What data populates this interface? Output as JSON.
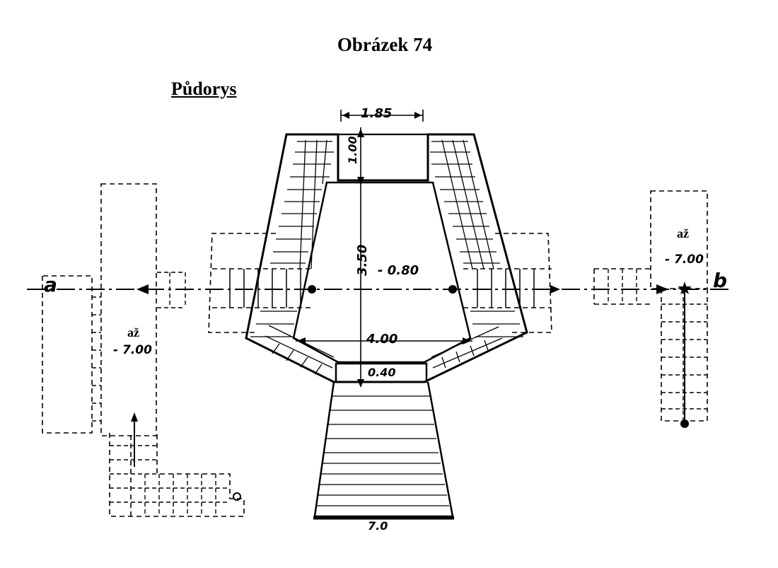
{
  "figure": {
    "title": "Obrázek 74",
    "subtitle": "Půdorys"
  },
  "dimensions": {
    "top_width": "1.85",
    "top_depth": "1.00",
    "height": "3.50",
    "level": "- 0.80",
    "bottom_width": "4.00",
    "throat_width": "0.40",
    "bottom_label": "7.0"
  },
  "section_markers": {
    "left": "a",
    "right": "b"
  },
  "stair_notes": {
    "left_prefix": "až",
    "left_depth": "- 7.00",
    "right_prefix": "až",
    "right_depth": "- 7.00"
  }
}
